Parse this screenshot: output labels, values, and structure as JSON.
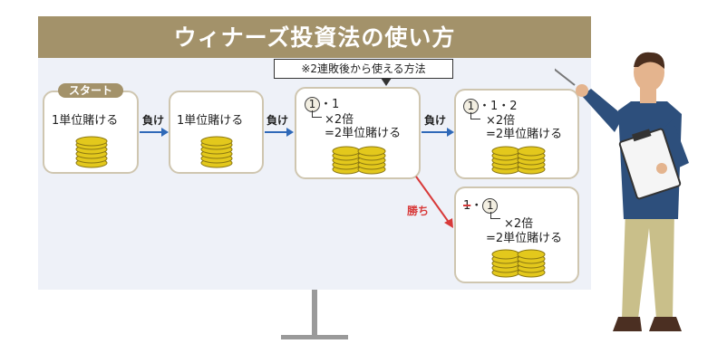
{
  "title": "ウィナーズ投資法の使い方",
  "note": "※2連敗後から使える方法",
  "start_badge": "スタート",
  "cards": [
    {
      "line1": "1単位賭ける"
    },
    {
      "line1": "1単位賭ける"
    },
    {
      "seq_circle": "1",
      "seq_rest": "・1",
      "line2": "×2倍",
      "line3": "=2単位賭ける"
    },
    {
      "seq_circle": "1",
      "seq_rest": "・1・2",
      "line2": "×2倍",
      "line3": "=2単位賭ける"
    },
    {
      "seq_struck": "1",
      "seq_mid": "・",
      "seq_circle": "1",
      "line2": "×2倍",
      "line3": "=2単位賭ける"
    }
  ],
  "arrows": {
    "lose": "負け",
    "win": "勝ち"
  },
  "colors": {
    "title_bg": "#a3926a",
    "board_bg": "#eef1f8",
    "lose_arrow": "#2f69b8",
    "win_arrow": "#d83a3a",
    "coin": "#e3c81c"
  }
}
